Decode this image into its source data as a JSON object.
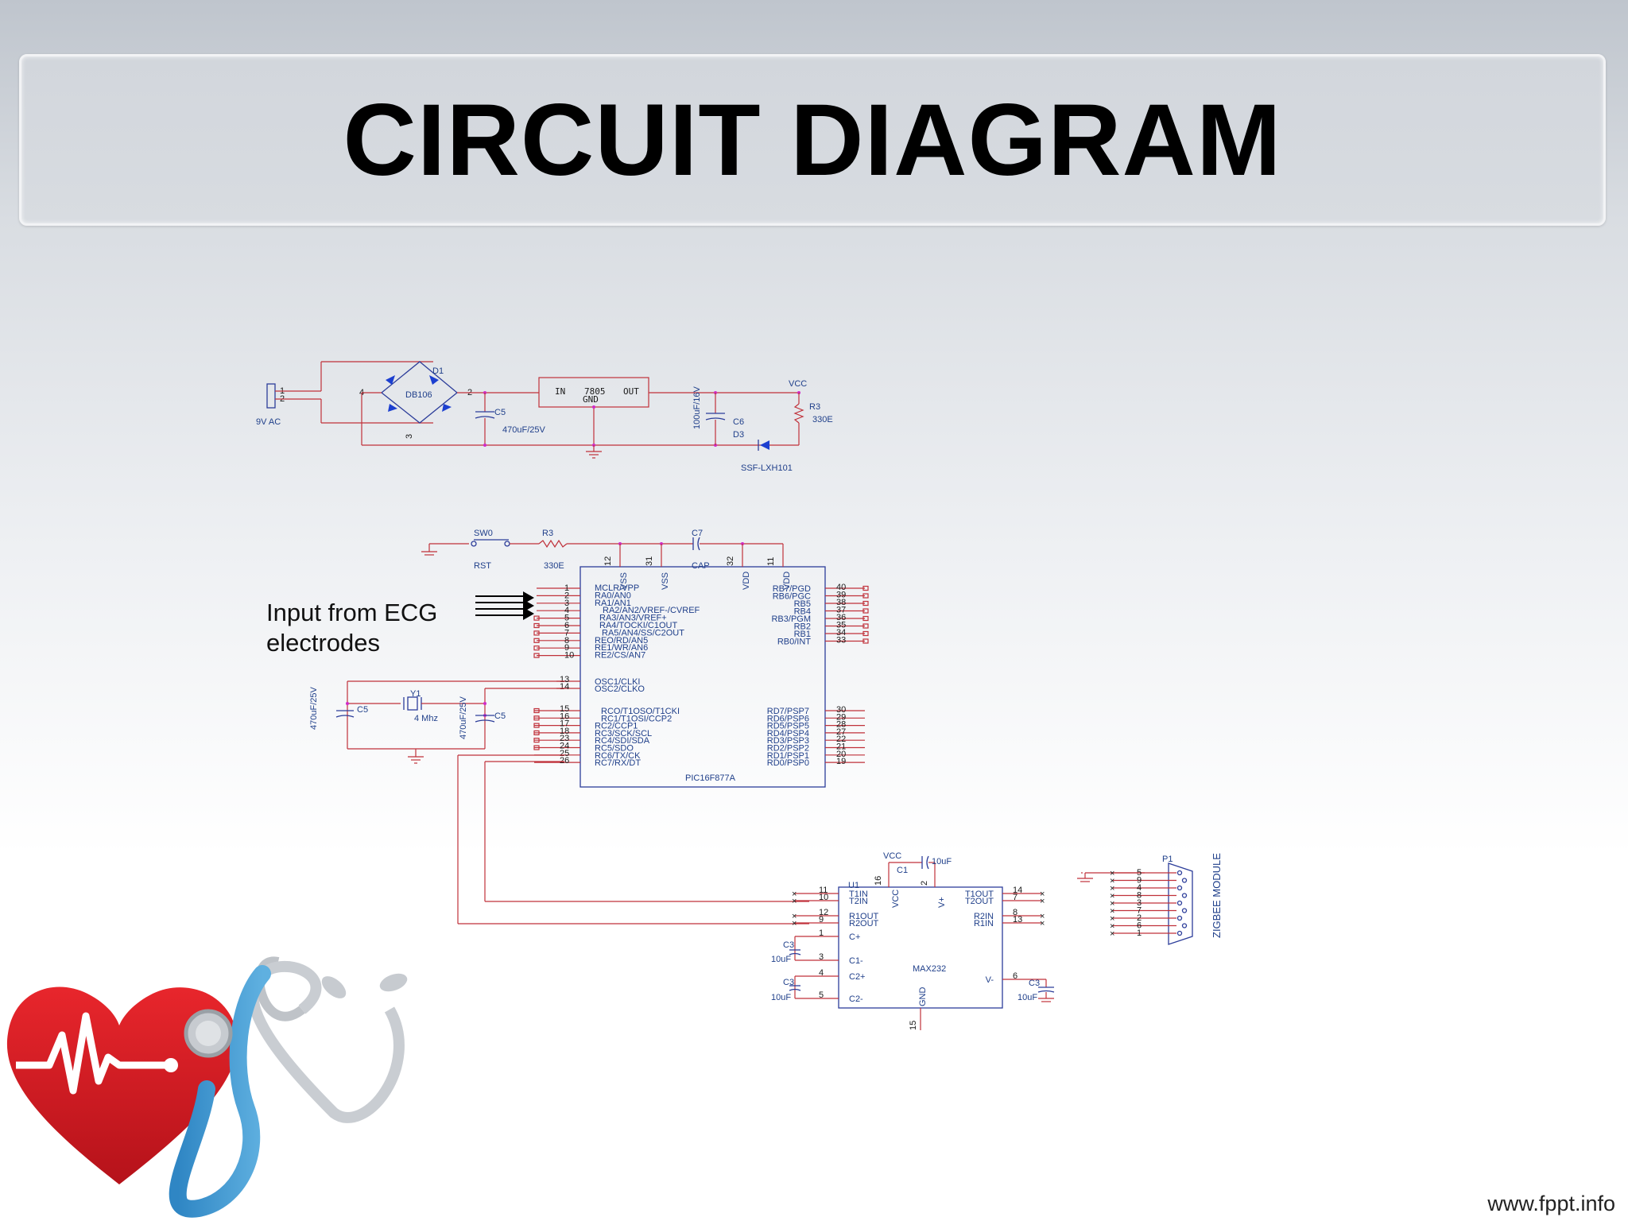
{
  "slide": {
    "title": "CIRCUIT DIAGRAM",
    "ecg_label": "Input from ECG\nelectrodes",
    "footer": "www.fppt.info"
  },
  "power_supply": {
    "source": "9V AC",
    "bridge": "DB106",
    "diode": "D1",
    "regulator": "7805",
    "reg_in": "IN",
    "reg_out": "OUT",
    "reg_gnd": "GND",
    "c5": "C5",
    "c5_val": "470uF/25V",
    "c6": "C6",
    "c6_val": "100uF/16V",
    "vcc": "VCC",
    "r3": "R3",
    "r3_val": "330E",
    "d3": "D3",
    "led": "SSF-LXH101",
    "pins": [
      "1",
      "2",
      "4",
      "2",
      "3"
    ]
  },
  "mcu": {
    "name": "PIC16F877A",
    "sw": "SW0",
    "rst": "RST",
    "r3": "R3",
    "r3_val": "330E",
    "c7": "C7",
    "cap": "CAP",
    "top_pins": [
      {
        "num": "12",
        "name": "VSS"
      },
      {
        "num": "31",
        "name": "VSS"
      },
      {
        "num": "32",
        "name": "VDD"
      },
      {
        "num": "11",
        "name": "VDD"
      }
    ],
    "left_pins": [
      {
        "num": "1",
        "name": "MCLR/VPP"
      },
      {
        "num": "2",
        "name": "RA0/AN0"
      },
      {
        "num": "3",
        "name": "RA1/AN1"
      },
      {
        "num": "4",
        "name": "RA2/AN2/VREF-/CVREF"
      },
      {
        "num": "5",
        "name": "RA3/AN3/VREF+"
      },
      {
        "num": "6",
        "name": "RA4/TOCKI/C1OUT"
      },
      {
        "num": "7",
        "name": "RA5/AN4/SS/C2OUT"
      },
      {
        "num": "8",
        "name": "REO/RD/AN5"
      },
      {
        "num": "9",
        "name": "RE1/WR/AN6"
      },
      {
        "num": "10",
        "name": "RE2/CS/AN7"
      }
    ],
    "osc_pins": [
      {
        "num": "13",
        "name": "OSC1/CLKI"
      },
      {
        "num": "14",
        "name": "OSC2/CLKO"
      }
    ],
    "rc_pins": [
      {
        "num": "15",
        "name": "RCO/T1OSO/T1CKI"
      },
      {
        "num": "16",
        "name": "RC1/T1OSI/CCP2"
      },
      {
        "num": "17",
        "name": "RC2/CCP1"
      },
      {
        "num": "18",
        "name": "RC3/SCK/SCL"
      },
      {
        "num": "23",
        "name": "RC4/SDI/SDA"
      },
      {
        "num": "24",
        "name": "RC5/SDO"
      },
      {
        "num": "25",
        "name": "RC6/TX/CK"
      },
      {
        "num": "26",
        "name": "RC7/RX/DT"
      }
    ],
    "rb_pins": [
      {
        "num": "40",
        "name": "RB7/PGD"
      },
      {
        "num": "39",
        "name": "RB6/PGC"
      },
      {
        "num": "38",
        "name": "RB5"
      },
      {
        "num": "37",
        "name": "RB4"
      },
      {
        "num": "36",
        "name": "RB3/PGM"
      },
      {
        "num": "35",
        "name": "RB2"
      },
      {
        "num": "34",
        "name": "RB1"
      },
      {
        "num": "33",
        "name": "RB0/INT"
      }
    ],
    "rd_pins": [
      {
        "num": "30",
        "name": "RD7/PSP7"
      },
      {
        "num": "29",
        "name": "RD6/PSP6"
      },
      {
        "num": "28",
        "name": "RD5/PSP5"
      },
      {
        "num": "27",
        "name": "RD4/PSP4"
      },
      {
        "num": "22",
        "name": "RD3/PSP3"
      },
      {
        "num": "21",
        "name": "RD2/PSP2"
      },
      {
        "num": "20",
        "name": "RD1/PSP1"
      },
      {
        "num": "19",
        "name": "RD0/PSP0"
      }
    ],
    "crystal": "Y1",
    "crystal_freq": "4 Mhz",
    "c5a": "C5",
    "c5b": "C5",
    "cap_val": "470uF/25V"
  },
  "max232": {
    "name": "MAX232",
    "u1": "U1",
    "vcc": "VCC",
    "c1": "C1",
    "c1_val": "10uF",
    "c3": "C3",
    "c3_val": "10uF",
    "p1": "P1",
    "zigbee": "ZIGBEE MODULE",
    "left_pins": [
      {
        "num": "11",
        "name": "T1IN"
      },
      {
        "num": "10",
        "name": "T2IN"
      },
      {
        "num": "12",
        "name": "R1OUT"
      },
      {
        "num": "9",
        "name": "R2OUT"
      },
      {
        "num": "1",
        "name": "C+"
      },
      {
        "num": "3",
        "name": "C1-"
      },
      {
        "num": "4",
        "name": "C2+"
      },
      {
        "num": "5",
        "name": "C2-"
      }
    ],
    "right_pins": [
      {
        "num": "14",
        "name": "T1OUT"
      },
      {
        "num": "7",
        "name": "T2OUT"
      },
      {
        "num": "8",
        "name": "R2IN"
      },
      {
        "num": "13",
        "name": "R1IN"
      },
      {
        "num": "6",
        "name": "V-"
      }
    ],
    "top_pins": [
      {
        "num": "16",
        "name": "VCC"
      },
      {
        "num": "2",
        "name": "V+"
      }
    ],
    "gnd_pin": {
      "num": "15",
      "name": "GND"
    },
    "connector_pins": [
      "5",
      "9",
      "4",
      "8",
      "3",
      "7",
      "2",
      "6",
      "1"
    ]
  }
}
